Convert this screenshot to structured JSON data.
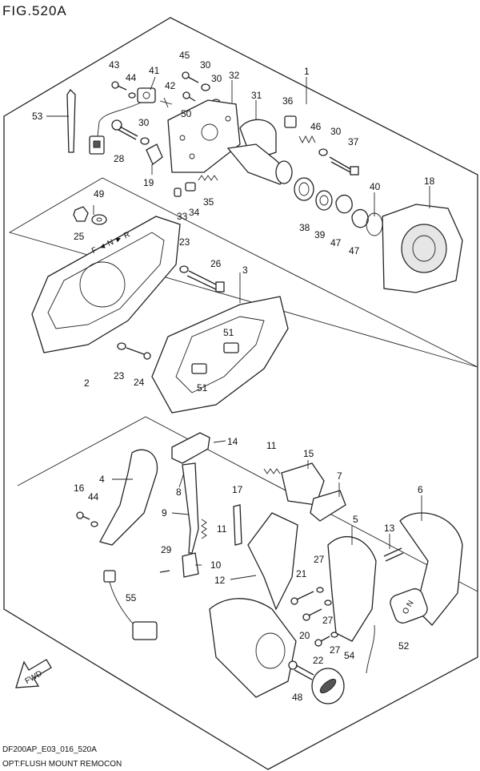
{
  "figure": {
    "title": "FIG.520A",
    "code": "DF200AP_E03_016_520A",
    "caption": "OPT:FLUSH MOUNT REMOCON",
    "fwd_label": "FWD",
    "panel_text": "F ◄ N ► R",
    "switch_text": "O N"
  },
  "callouts": [
    "1",
    "2",
    "3",
    "4",
    "5",
    "6",
    "7",
    "8",
    "9",
    "10",
    "11",
    "12",
    "13",
    "14",
    "15",
    "16",
    "17",
    "18",
    "19",
    "20",
    "21",
    "22",
    "23",
    "24",
    "25",
    "26",
    "27",
    "28",
    "29",
    "30",
    "31",
    "32",
    "33",
    "34",
    "35",
    "36",
    "37",
    "38",
    "39",
    "40",
    "41",
    "42",
    "43",
    "44",
    "45",
    "46",
    "47",
    "48",
    "49",
    "50",
    "51",
    "52",
    "53",
    "54",
    "55"
  ]
}
